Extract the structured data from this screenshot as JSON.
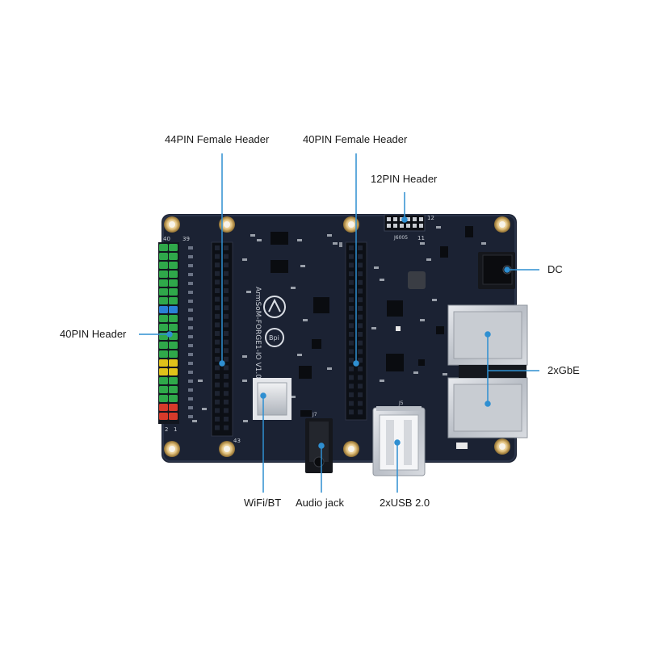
{
  "callouts": {
    "header_44pin_female": "44PIN Female Header",
    "header_40pin_female": "40PIN Female Header",
    "header_12pin": "12PIN Header",
    "dc": "DC",
    "header_40pin": "40PIN Header",
    "gbe": "2xGbE",
    "wifi_bt": "WiFi/BT",
    "audio_jack": "Audio jack",
    "usb": "2xUSB 2.0"
  },
  "board_silkscreen": {
    "model": "ArmSoM-FORGE1-IO V1.0",
    "logo": "Bpi",
    "pin_40": "40",
    "pin_39": "39",
    "pin_2": "2",
    "pin_1": "1",
    "pin_43": "43",
    "pin_12": "12",
    "pin_11": "11",
    "j7": "J7",
    "j5": "J5",
    "j6005": "J6005"
  },
  "colors": {
    "board": "#1b2233",
    "callout_line": "#2f8fd1",
    "pin_green": "#2fa84a",
    "pin_blue": "#2a7fd6",
    "pin_yellow": "#e0c21a",
    "pin_red": "#d63a2a"
  }
}
